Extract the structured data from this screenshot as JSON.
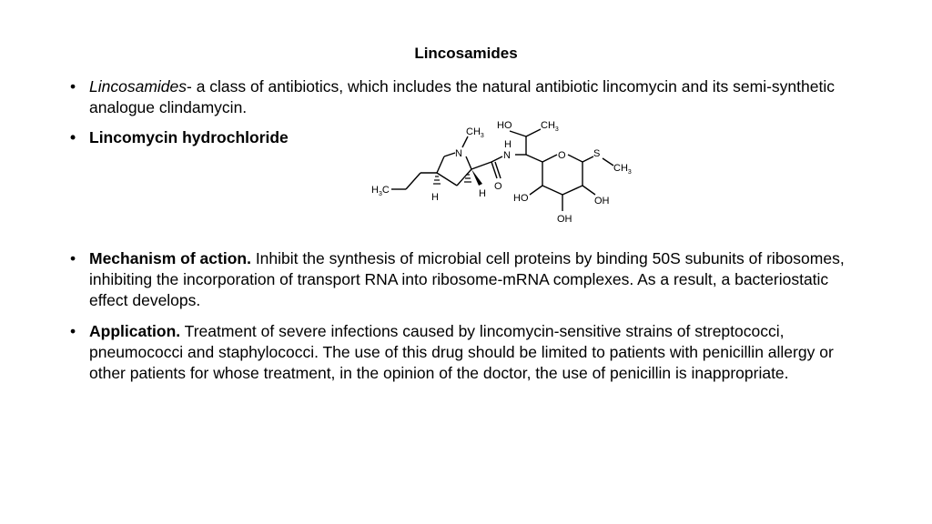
{
  "title": "Lincosamides",
  "bullet1": {
    "term": "Lincosamides",
    "text": "- a class of antibiotics, which includes the natural antibiotic lincomycin and its semi-synthetic analogue clindamycin."
  },
  "bullet2": {
    "text": "Lincomycin hydrochloride"
  },
  "structure_labels": {
    "ch3_n": "CH",
    "ho_top": "HO",
    "ch3_top": "CH",
    "nh_h": "H",
    "nh_n": "N",
    "n_ring": "N",
    "o_ring": "O",
    "s": "S",
    "ch3_s": "CH",
    "h3c": "H",
    "h3c_c": "C",
    "h_left": "H",
    "h_mid": "H",
    "o_carbonyl": "O",
    "ho_bottom": "HO",
    "oh_right": "OH",
    "oh_bottom": "OH",
    "sub3": "3"
  },
  "bullet3": {
    "term": "Mechanism of action.",
    "text": " Inhibit the synthesis of microbial cell proteins by binding 50S subunits of ribosomes, inhibiting the incorporation of transport RNA into ribosome-mRNA complexes. As a result, a bacteriostatic effect develops."
  },
  "bullet4": {
    "term": "Application.",
    "text": " Treatment of severe infections caused by lincomycin-sensitive strains of streptococci, pneumococci and staphylococci. The use of this drug should be limited to patients with penicillin allergy or other patients for whose treatment, in the opinion of the doctor, the use of penicillin is inappropriate."
  },
  "bullet_glyph": "•"
}
